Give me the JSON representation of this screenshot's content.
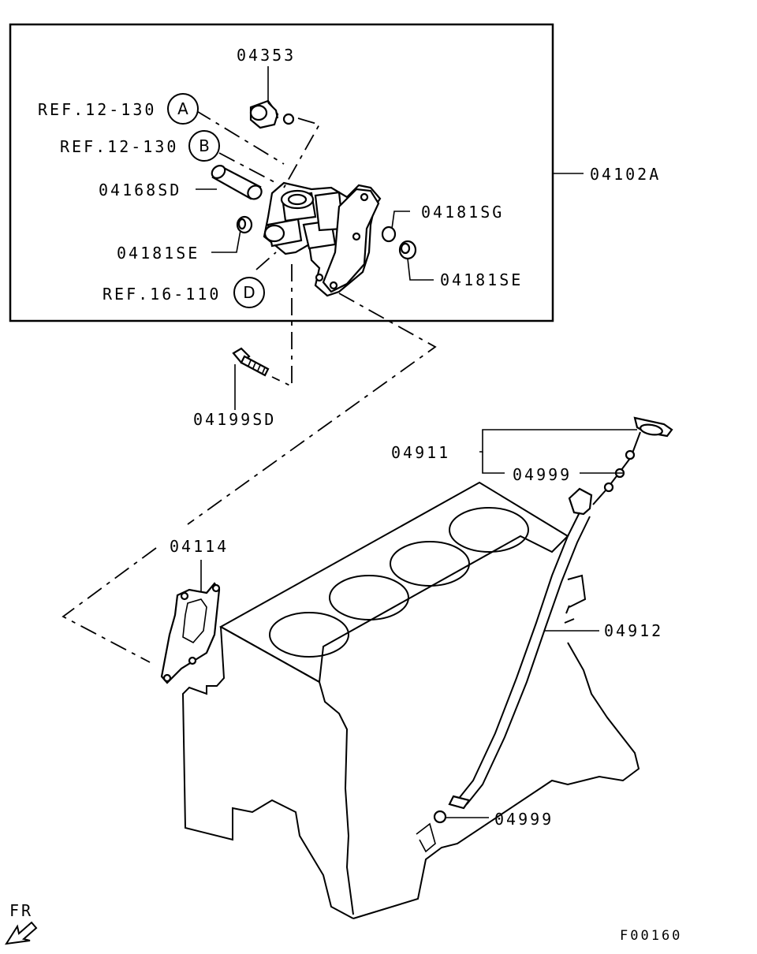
{
  "diagram": {
    "part_labels": {
      "p04353": "04353",
      "p04102A": "04102A",
      "p04168SD": "04168SD",
      "p04181SG": "04181SG",
      "p04181SE_left": "04181SE",
      "p04181SE_right": "04181SE",
      "p04199SD": "04199SD",
      "p04911": "04911",
      "p04999_top": "04999",
      "p04114": "04114",
      "p04912": "04912",
      "p04999_bottom": "04999"
    },
    "references": {
      "ref_a": "REF.12-130",
      "ref_b": "REF.12-130",
      "ref_d": "REF.16-110"
    },
    "callouts": {
      "a": "A",
      "b": "B",
      "d": "D"
    },
    "direction_label": "FR",
    "figure_code": "F00160"
  }
}
